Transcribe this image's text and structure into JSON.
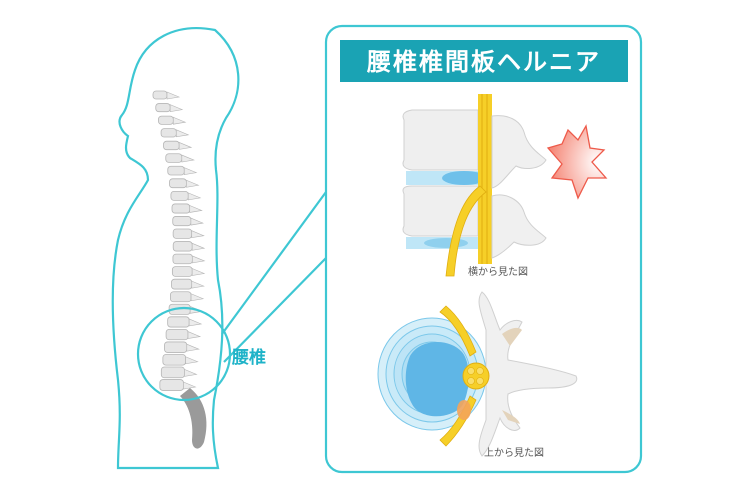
{
  "title": "腰椎椎間板ヘルニア",
  "region_label": "腰椎",
  "caption_side": "横から見た図",
  "caption_top": "上から見た図",
  "colors": {
    "accent": "#3ec7d3",
    "title_bar": "#1aa3b4",
    "bone": "#e8e8e8",
    "disc": "#9fd8f0",
    "nerve": "#f3c318",
    "pain": "#f26b5b"
  },
  "icons": {
    "pain": "pain-burst-icon"
  }
}
